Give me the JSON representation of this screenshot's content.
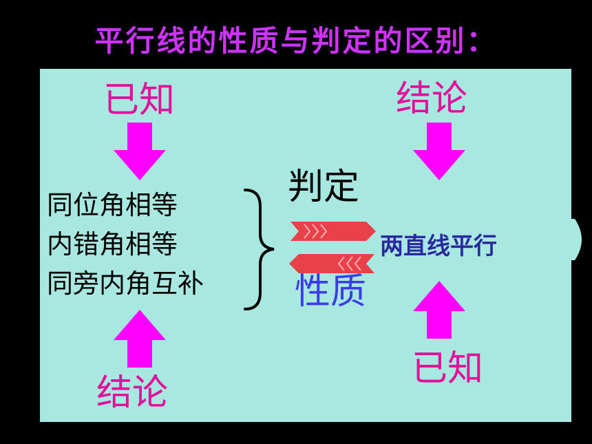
{
  "title": "平行线的性质与判定的区别：",
  "left_top_label": "已知",
  "left_bottom_label": "结论",
  "right_top_label": "结论",
  "right_bottom_label": "已知",
  "conditions": [
    "同位角相等",
    "内错角相等",
    "同旁内角互补"
  ],
  "judgement_label": "判定",
  "property_label": "性质",
  "conclusion": "两直线平行",
  "colors": {
    "title": "#CC33FF",
    "panel": "#A8E8E0",
    "magenta": "#FF00FF",
    "label_magenta": "#E0109A",
    "property_blue": "#3B3BE8",
    "conclusion_blue": "#2A2A9E",
    "chevron_red": "#E8414A"
  }
}
